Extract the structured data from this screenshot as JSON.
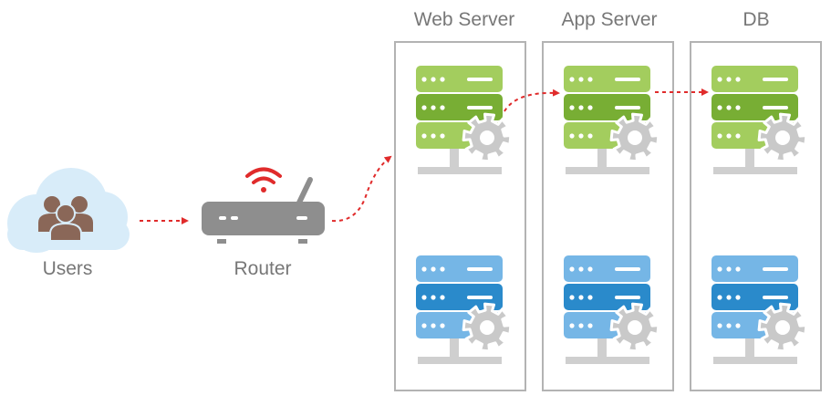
{
  "labels": {
    "users": "Users",
    "router": "Router",
    "web_server": "Web Server",
    "app_server": "App Server",
    "db": "DB"
  },
  "colors": {
    "cloud": "#d8ecf9",
    "users": "#8a6758",
    "router": "#8e8e8e",
    "router_signal": "#e02b2b",
    "arrow": "#e02b2b",
    "server_green_light": "#a3cd5e",
    "server_green_dark": "#78ae34",
    "server_blue_light": "#75b6e6",
    "server_blue_dark": "#2a8acb",
    "gear": "#c9c9c9",
    "stand": "#cfcfcf",
    "box_border": "#b3b3b3",
    "label_text": "#777777"
  },
  "icons": {
    "users": "users-group-icon",
    "cloud": "cloud-icon",
    "router": "router-icon",
    "wifi": "wifi-signal-icon",
    "server": "server-rack-icon",
    "gear": "gear-icon"
  },
  "tiers": [
    {
      "key": "web_server",
      "servers": [
        "green",
        "blue"
      ]
    },
    {
      "key": "app_server",
      "servers": [
        "green",
        "blue"
      ]
    },
    {
      "key": "db",
      "servers": [
        "green",
        "blue"
      ]
    }
  ]
}
